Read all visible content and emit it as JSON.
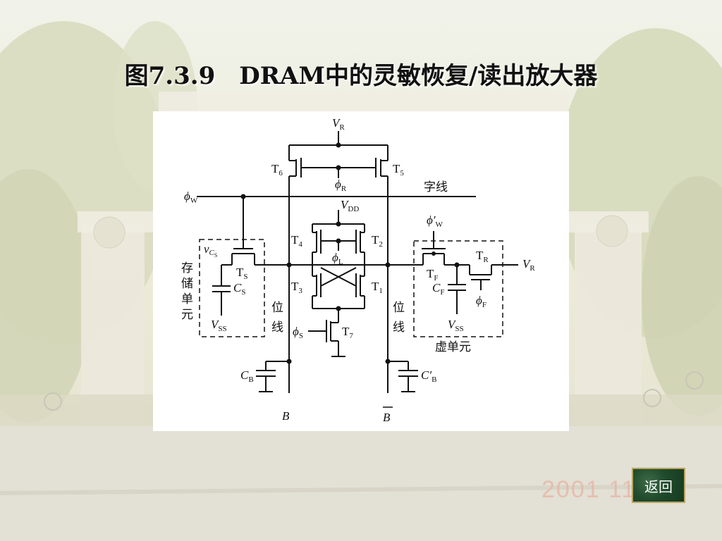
{
  "slide": {
    "title": "图7.3.9　DRAM中的灵敏恢复/读出放大器",
    "watermark": "2001  11",
    "back_button_label": "返回"
  },
  "colors": {
    "background": "#e9e8d6",
    "button_green": "#1f4a2b",
    "watermark": "#e7b3a3"
  },
  "circuit": {
    "vr_top": "V",
    "vr_top_sub": "R",
    "t6": "T",
    "t6_sub": "6",
    "t5": "T",
    "t5_sub": "5",
    "phi_r": "ϕ",
    "phi_r_sub": "R",
    "word_line": "字线",
    "phi_w": "ϕ",
    "phi_w_sub": "W",
    "vdd": "V",
    "vdd_sub": "DD",
    "phi_w_prime": "ϕ′",
    "phi_w_prime_sub": "W",
    "t4": "T",
    "t4_sub": "4",
    "t2": "T",
    "t2_sub": "2",
    "phi_l": "ϕ",
    "phi_l_sub": "L",
    "t3": "T",
    "t3_sub": "3",
    "t1": "T",
    "t1_sub": "1",
    "v_cs": "v",
    "v_cs_sub": "C",
    "v_cs_subsub": "S",
    "ts": "T",
    "ts_sub": "S",
    "cs": "C",
    "cs_sub": "S",
    "vss_left": "V",
    "vss_left_sub": "SS",
    "storage_cell": [
      "存",
      "储",
      "单",
      "元"
    ],
    "bit_line_left": [
      "位",
      "线"
    ],
    "bit_line_right": [
      "位",
      "线"
    ],
    "phi_s": "ϕ",
    "phi_s_sub": "S",
    "t7": "T",
    "t7_sub": "7",
    "tf": "T",
    "tf_sub": "F",
    "tr": "T",
    "tr_sub": "R",
    "vr_right": "V",
    "vr_right_sub": "R",
    "cf": "C",
    "cf_sub": "F",
    "phi_f": "ϕ",
    "phi_f_sub": "F",
    "vss_right": "V",
    "vss_right_sub": "SS",
    "dummy_cell": "虚单元",
    "cb": "C",
    "cb_sub": "B",
    "cb_prime": "C′",
    "cb_prime_sub": "B",
    "b_label": "B",
    "b_bar_label": "B"
  }
}
